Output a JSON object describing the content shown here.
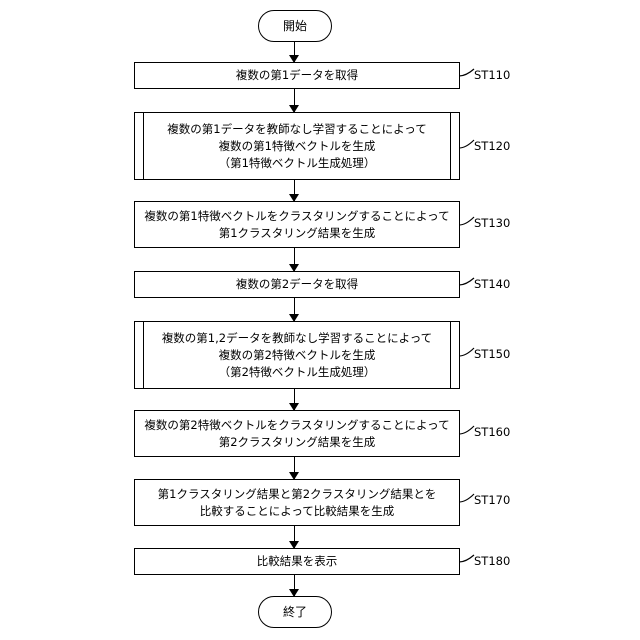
{
  "start": "開始",
  "end": "終了",
  "steps": [
    {
      "id": "ST110",
      "lines": [
        "複数の第1データを取得"
      ]
    },
    {
      "id": "ST120",
      "lines": [
        "複数の第1データを教師なし学習することによって",
        "複数の第1特徴ベクトルを生成",
        "（第1特徴ベクトル生成処理）"
      ]
    },
    {
      "id": "ST130",
      "lines": [
        "複数の第1特徴ベクトルをクラスタリングすることによって",
        "第1クラスタリング結果を生成"
      ]
    },
    {
      "id": "ST140",
      "lines": [
        "複数の第2データを取得"
      ]
    },
    {
      "id": "ST150",
      "lines": [
        "複数の第1,2データを教師なし学習することによって",
        "複数の第2特徴ベクトルを生成",
        "（第2特徴ベクトル生成処理）"
      ]
    },
    {
      "id": "ST160",
      "lines": [
        "複数の第2特徴ベクトルをクラスタリングすることによって",
        "第2クラスタリング結果を生成"
      ]
    },
    {
      "id": "ST170",
      "lines": [
        "第1クラスタリング結果と第2クラスタリング結果とを",
        "比較することによって比較結果を生成"
      ]
    },
    {
      "id": "ST180",
      "lines": [
        "比較結果を表示"
      ]
    }
  ]
}
